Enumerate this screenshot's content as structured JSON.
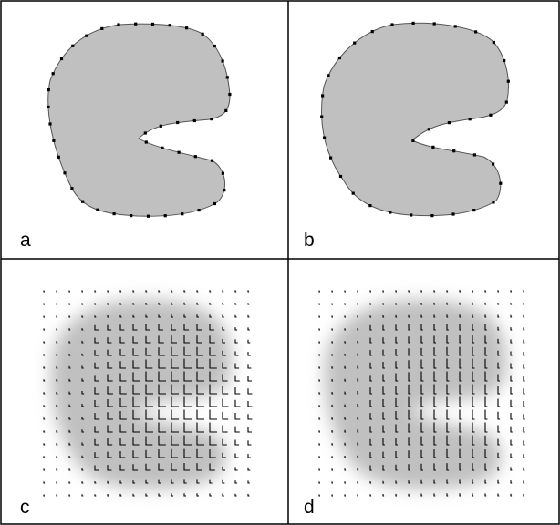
{
  "panels": [
    {
      "label": "a",
      "content": "outline-with-control-points"
    },
    {
      "label": "b",
      "content": "outline-with-control-points"
    },
    {
      "label": "c",
      "content": "blurred-shape-with-vector-field"
    },
    {
      "label": "d",
      "content": "blurred-shape-with-vector-field"
    }
  ],
  "colors": {
    "shape_fill": "#c0c0c0",
    "outline": "#444444",
    "point": "#000000",
    "background": "#ffffff",
    "grid_line": "#000000"
  }
}
